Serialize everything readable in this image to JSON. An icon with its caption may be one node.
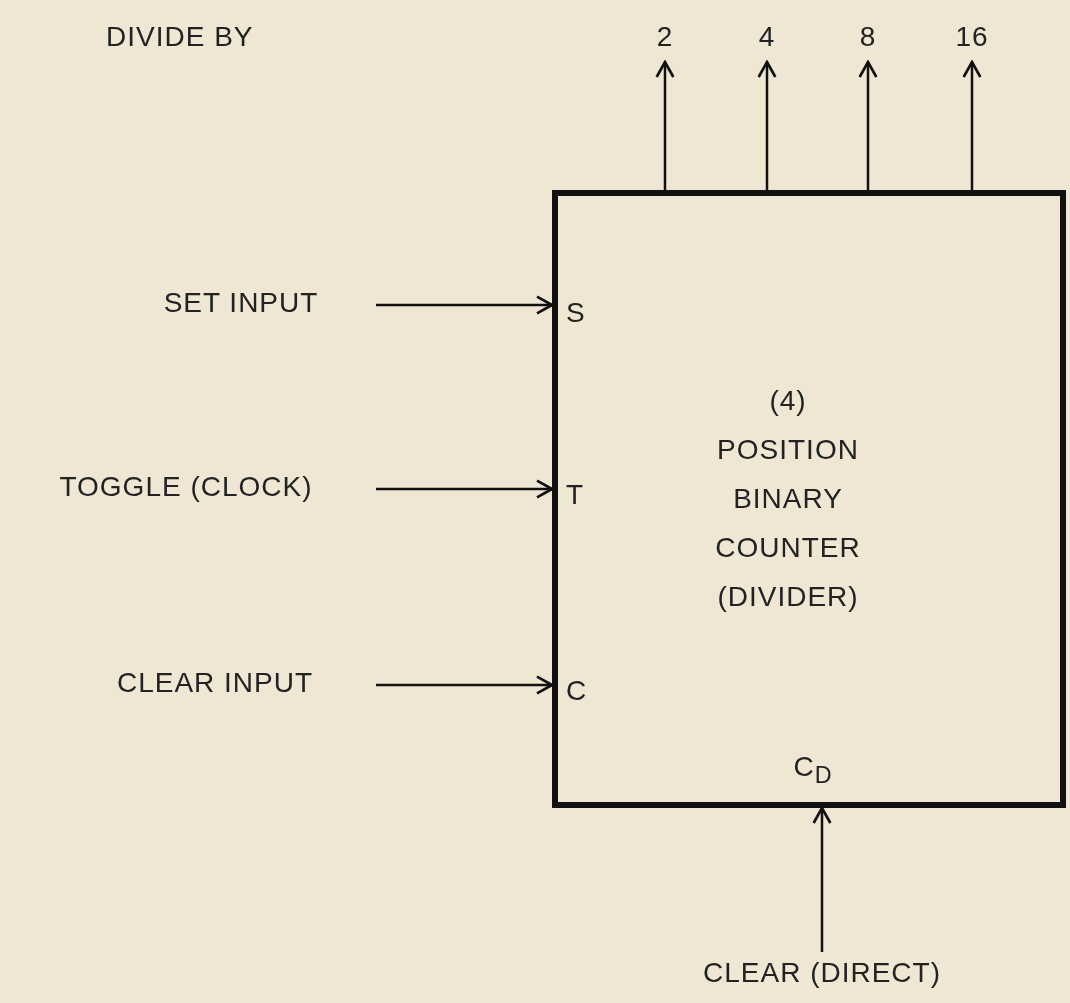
{
  "diagram": {
    "nodes": [
      {
        "text": [
          "2"
        ]
      },
      {
        "text": [
          "4"
        ]
      },
      {
        "text": [
          "8"
        ]
      },
      {
        "text": [
          "16"
        ]
      },
      {
        "text": [
          "S",
          "T",
          "C",
          "(4) POSITION BINARY COUNTER (DIVIDER)",
          "C$_{D}$"
        ]
      },
      {
        "text": [
          "SET INPUT"
        ]
      },
      {
        "text": [
          "TOGGLE (CLOCK)"
        ]
      },
      {
        "text": [
          "CLEAR INPUT"
        ]
      },
      {
        "text": [
          "CLEAR (DIRECT)"
        ]
      }
    ],
    "edges": [
      {
        "from": 4,
        "to": 0,
        "arrow": "to"
      },
      {
        "from": 4,
        "to": 1,
        "arrow": "to"
      },
      {
        "from": 4,
        "to": 2,
        "arrow": "to"
      },
      {
        "from": 4,
        "to": 3,
        "arrow": "to"
      },
      {
        "from": 5,
        "to": 4,
        "arrow": "to"
      },
      {
        "from": 6,
        "to": 4,
        "arrow": "to"
      },
      {
        "from": 7,
        "to": 4,
        "arrow": "to"
      },
      {
        "from": 8,
        "to": 4,
        "arrow": "to"
      }
    ],
    "labels": [
      "DIVIDE BY"
    ]
  }
}
